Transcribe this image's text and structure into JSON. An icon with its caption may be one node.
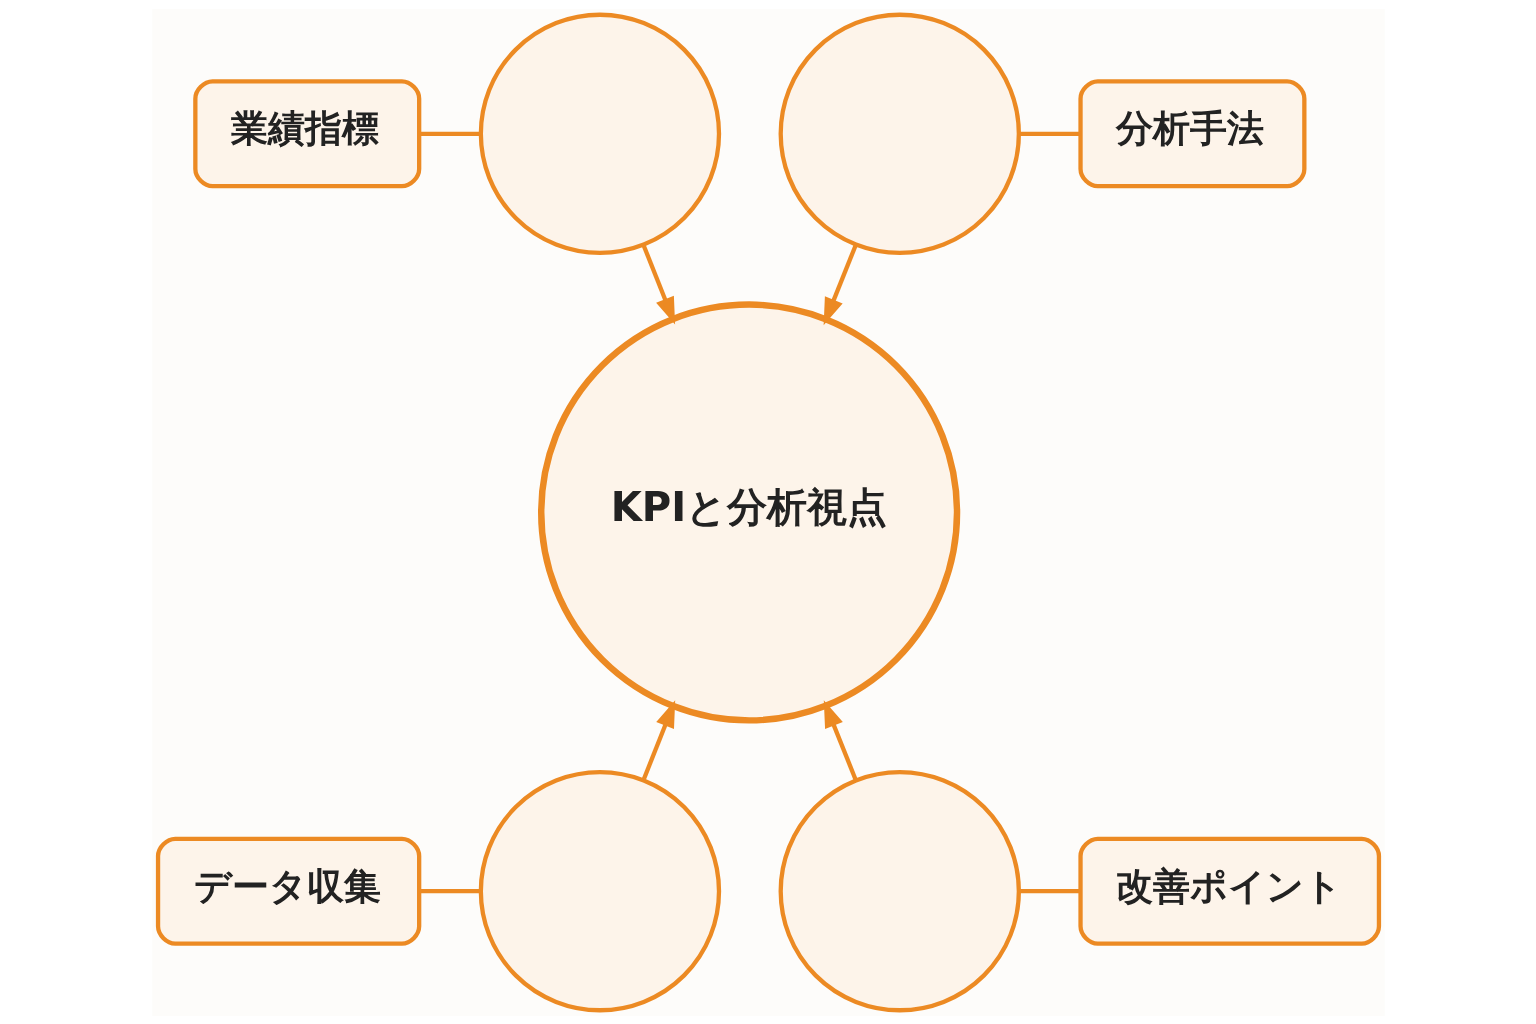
{
  "diagram": {
    "nodes": [
      {
        "text": [
          "業績指標"
        ]
      },
      {
        "text": [],
        "shape": "circle"
      },
      {
        "text": [],
        "shape": "circle"
      },
      {
        "text": [
          "分析手法"
        ]
      },
      {
        "text": [
          "KPIと分析視点"
        ]
      },
      {
        "text": [
          "データ収集"
        ]
      },
      {
        "text": [],
        "shape": "circle"
      },
      {
        "text": [],
        "shape": "circle"
      },
      {
        "text": [
          "改善ポイント"
        ]
      }
    ],
    "edges": [
      {
        "from": 0,
        "to": 1,
        "arrow": "none"
      },
      {
        "from": 1,
        "to": 4,
        "arrow": "to"
      },
      {
        "from": 2,
        "to": 3,
        "arrow": "none"
      },
      {
        "from": 2,
        "to": 4,
        "arrow": "to"
      },
      {
        "from": 5,
        "to": 6,
        "arrow": "none"
      },
      {
        "from": 6,
        "to": 4,
        "arrow": "to"
      },
      {
        "from": 7,
        "to": 8,
        "arrow": "none"
      },
      {
        "from": 7,
        "to": 4,
        "arrow": "to"
      }
    ]
  }
}
